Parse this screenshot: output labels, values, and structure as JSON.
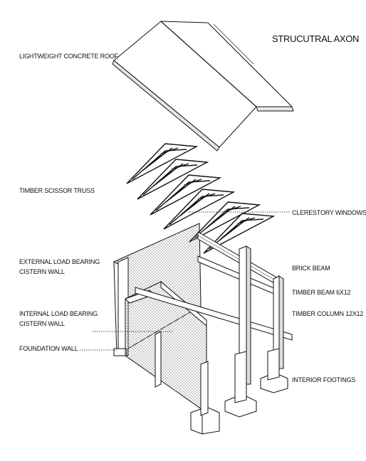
{
  "title": "STRUCUTRAL AXON",
  "labels": {
    "roof": "LIGHTWEIGHT CONCRETE ROOF",
    "truss": "TIMBER SCISSOR TRUSS",
    "clerestory": "CLERESTORY WINDOWS",
    "external_wall_1": "EXTERNAL LOAD BEARING",
    "external_wall_2": "CISTERN WALL",
    "brick_beam": "BRICK BEAM",
    "timber_beam": "TIMBER BEAM 6X12",
    "internal_wall_1": "INTERNAL  LOAD BEARING",
    "internal_wall_2": "CISTERN WALL",
    "timber_column": "TIMBER COLUMN 12X12",
    "foundation": "FOUNDATION WALL",
    "footings": "INTERIOR FOOTINGS"
  },
  "colors": {
    "line": "#111111",
    "hatch": "#9a9a9a",
    "shade": "#dcdcdc"
  }
}
